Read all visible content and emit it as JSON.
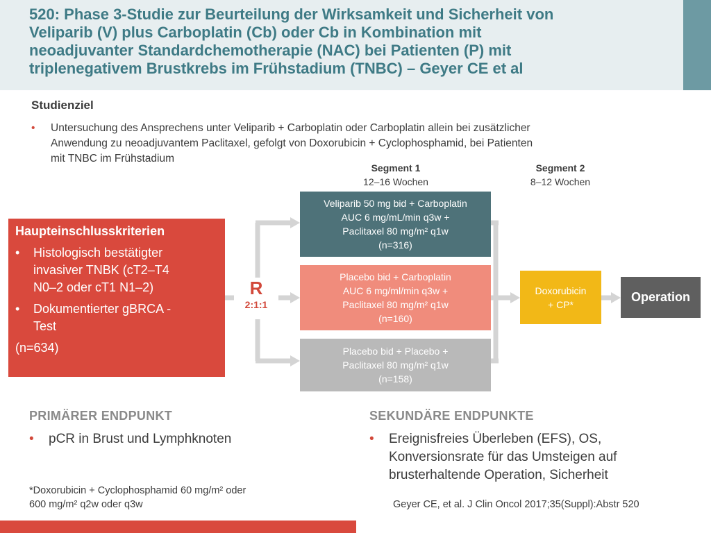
{
  "title": {
    "lines": [
      "520: Phase 3-Studie zur Beurteilung der Wirksamkeit und Sicherheit von",
      "Veliparib (V) plus Carboplatin (Cb) oder Cb in Kombination mit",
      "neoadjuvanter Standardchemotherapie (NAC) bei Patienten (P) mit",
      "triplenegativem Brustkrebs im Frühstadium (TNBC) – Geyer CE et al"
    ]
  },
  "objective": {
    "heading": "Studienziel",
    "bullet": "•",
    "lines": [
      "Untersuchung des Ansprechens unter Veliparib + Carboplatin oder Carboplatin allein bei zusätzlicher",
      "Anwendung zu neoadjuvantem Paclitaxel, gefolgt von Doxorubicin + Cyclophosphamid, bei Patienten",
      "mit TNBC im Frühstadium"
    ]
  },
  "segments": [
    {
      "title": "Segment 1",
      "duration": "12–16 Wochen"
    },
    {
      "title": "Segment 2",
      "duration": "8–12 Wochen"
    }
  ],
  "criteria": {
    "title": "Haupteinschlusskriterien",
    "bullet": "•",
    "items": [
      {
        "lines": [
          "Histologisch bestätigter",
          "invasiver TNBK (cT2–T4",
          "N0–2 oder cT1 N1–2)"
        ]
      },
      {
        "lines": [
          "Dokumentierter gBRCA -",
          "Test"
        ]
      }
    ],
    "n": "(n=634)"
  },
  "randomization": {
    "letter": "R",
    "ratio": "2:1:1"
  },
  "arms": [
    {
      "lines": [
        "Veliparib 50 mg bid + Carboplatin",
        "AUC 6 mg/mL/min q3w +",
        "Paclitaxel 80 mg/m² q1w",
        "(n=316)"
      ],
      "color": "#4e7279"
    },
    {
      "lines": [
        "Placebo bid + Carboplatin",
        "AUC 6 mg/ml/min q3w +",
        "Paclitaxel 80 mg/m² q1w",
        "(n=160)"
      ],
      "color": "#f08c7c"
    },
    {
      "lines": [
        "Placebo bid + Placebo +",
        "Paclitaxel 80 mg/m² q1w",
        "(n=158)"
      ],
      "color": "#b9b9b9"
    }
  ],
  "segment2_treatment": {
    "lines": [
      "Doxorubicin",
      "+ CP*"
    ],
    "color": "#f2b817"
  },
  "operation": {
    "label": "Operation",
    "color": "#5f5f5f"
  },
  "primary_endpoint": {
    "heading": "PRIMÄRER ENDPUNKT",
    "bullet": "•",
    "lines": [
      "pCR in Brust und Lymphknoten"
    ]
  },
  "secondary_endpoints": {
    "heading": "SEKUNDÄRE ENDPUNKTE",
    "bullet": "•",
    "lines": [
      "Ereignisfreies Überleben (EFS), OS,",
      "Konversionsrate für das Umsteigen auf",
      "brusterhaltende Operation, Sicherheit"
    ]
  },
  "footnote": {
    "lines": [
      "*Doxorubicin + Cyclophosphamid 60 mg/m² oder",
      "600 mg/m² q2w oder q3w"
    ]
  },
  "citation": "Geyer CE, et al. J Clin Oncol 2017;35(Suppl):Abstr 520",
  "colors": {
    "title_text": "#3e7a85",
    "title_band": "#e7eef0",
    "title_accent": "#6d9aa3",
    "accent_red": "#d9493d",
    "connector_grey": "#d4d4d4",
    "endpoint_heading": "#8a8a8a"
  }
}
